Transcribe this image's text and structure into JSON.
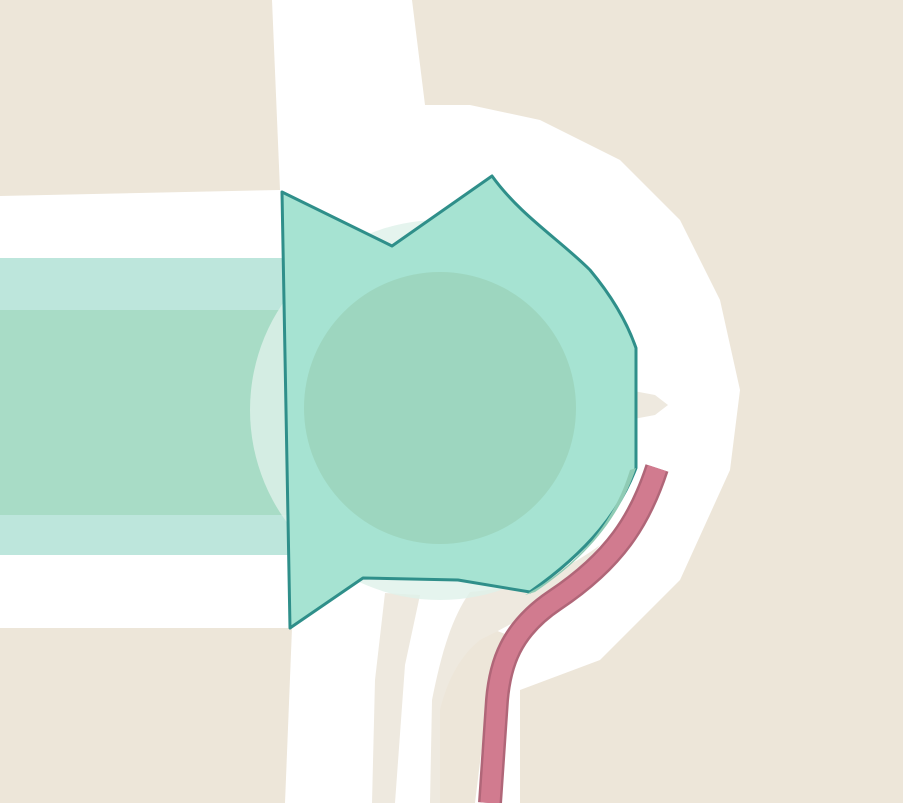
{
  "map": {
    "colors": {
      "background": "#ffffff",
      "land": "#ede6d9",
      "road": "#ffffff",
      "highlight_light": "#bde6dc",
      "highlight_main": "#a6e3d2",
      "highlight_dark": "#9ed8c0",
      "highlight_outline": "#2f8f8a",
      "circle_inner": "#9dd6bf",
      "route": "#d17b8f",
      "route_outline": "#b06678",
      "sidewalk": "#eee9df"
    },
    "features": [
      {
        "name": "land-top-left",
        "kind": "land"
      },
      {
        "name": "land-top-right",
        "kind": "land"
      },
      {
        "name": "land-bottom-left",
        "kind": "land"
      },
      {
        "name": "land-bottom-right",
        "kind": "land"
      },
      {
        "name": "roundabout",
        "kind": "road"
      },
      {
        "name": "west-road",
        "kind": "road"
      },
      {
        "name": "north-road",
        "kind": "road"
      },
      {
        "name": "south-road",
        "kind": "road"
      },
      {
        "name": "highlighted-corridor",
        "kind": "highlight"
      },
      {
        "name": "highlighted-junction-area",
        "kind": "highlight"
      },
      {
        "name": "roundabout-center-island",
        "kind": "highlight"
      },
      {
        "name": "route-line",
        "kind": "route"
      }
    ]
  }
}
